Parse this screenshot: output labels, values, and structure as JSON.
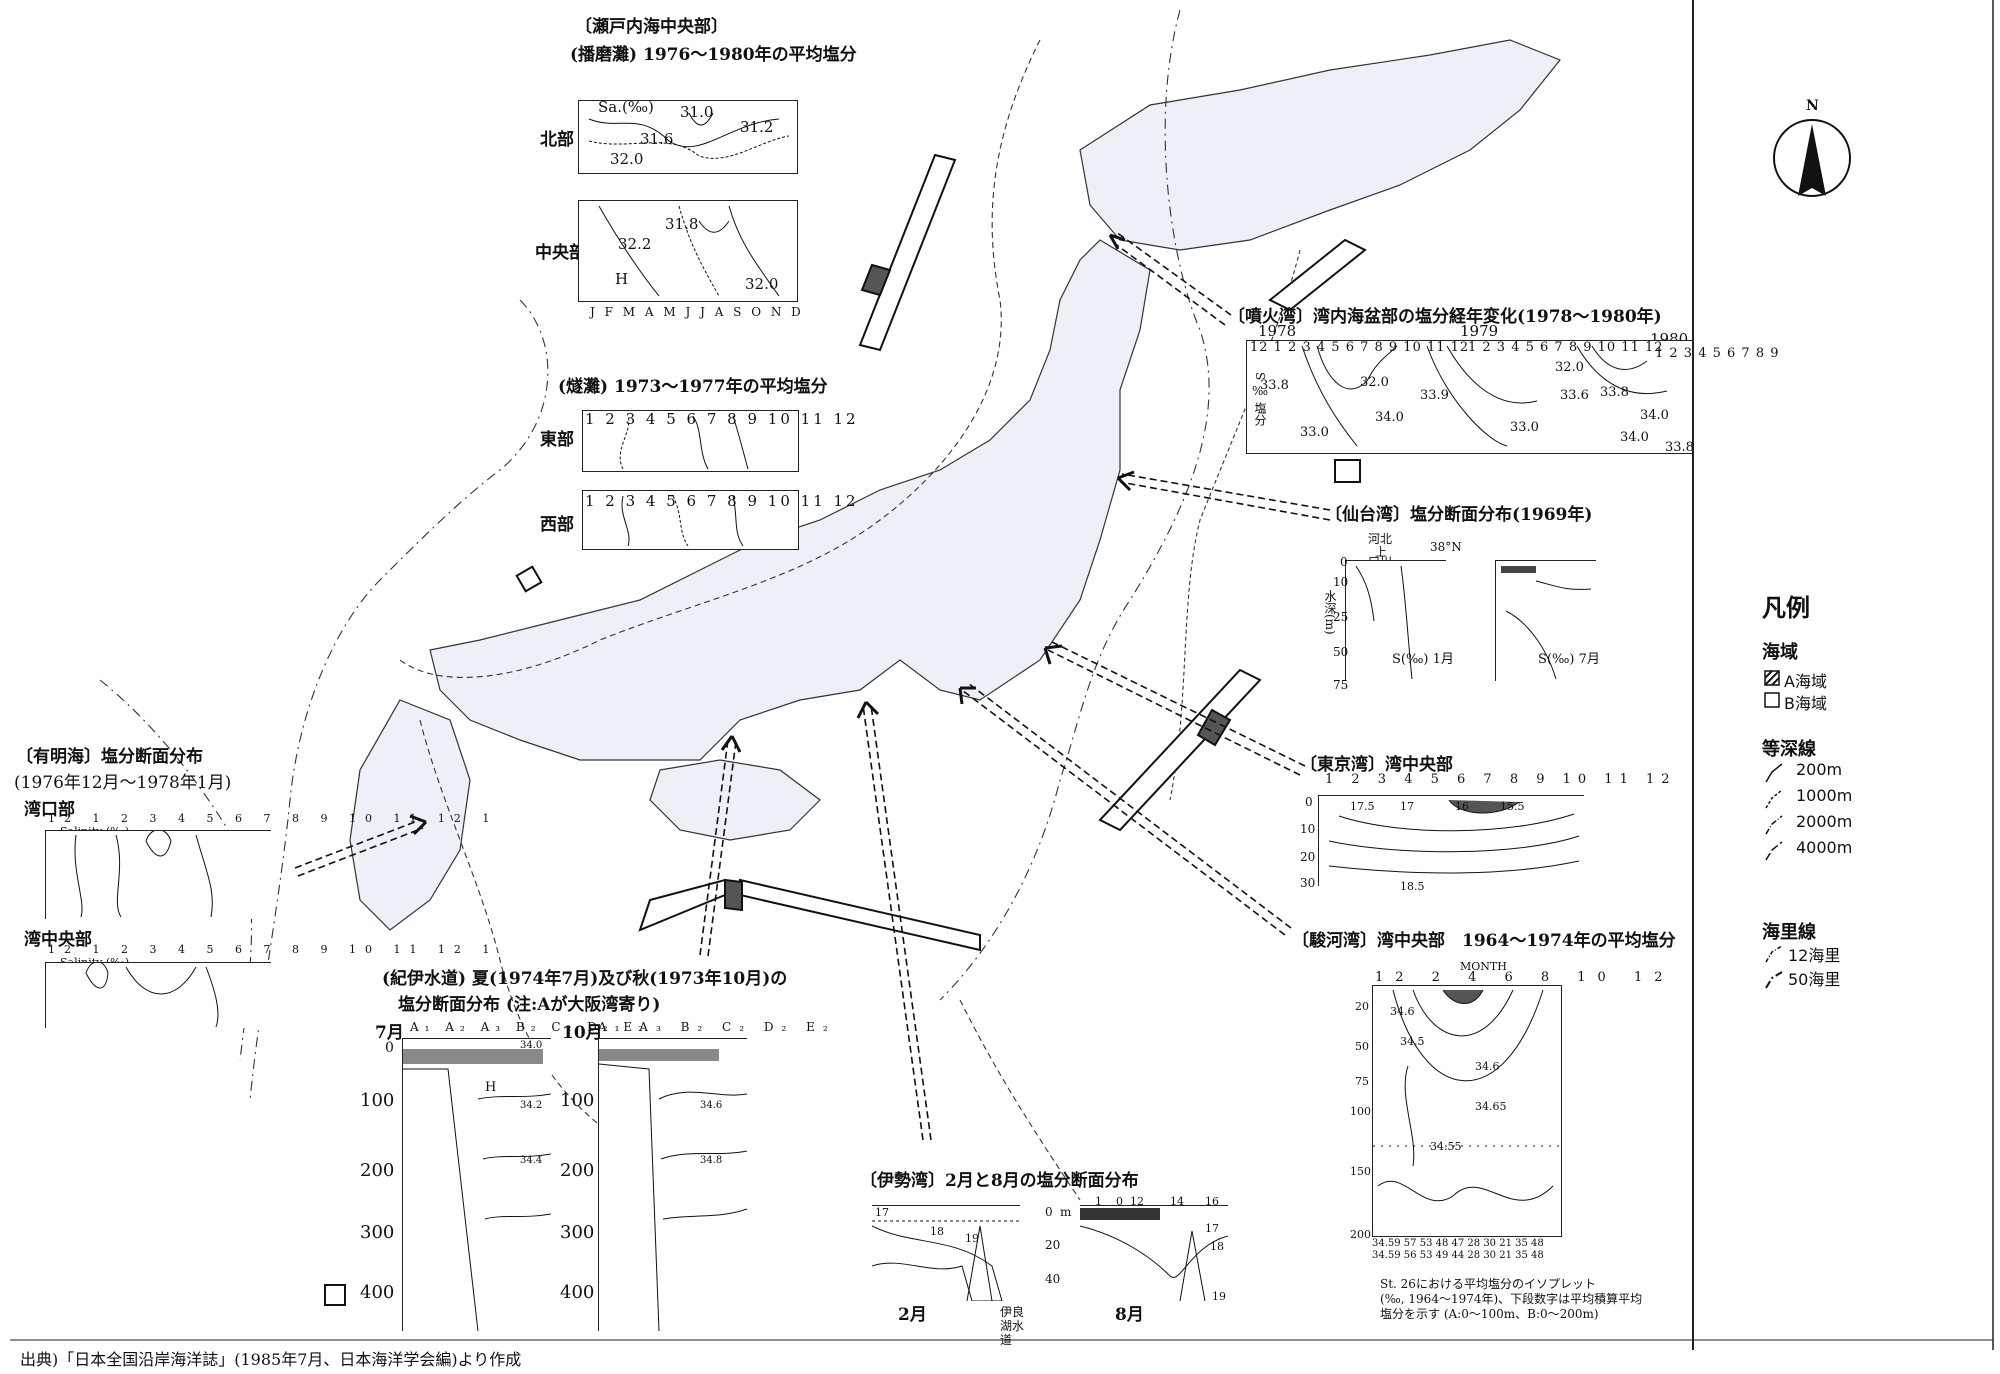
{
  "panels": {
    "seto": {
      "title": "〔瀬戸内海中央部〕",
      "subtitle": "(播磨灘) 1976〜1980年の平均塩分",
      "row1": "北部",
      "row2": "中央部",
      "axis_label": "Sa.(‰)",
      "months": "J F M A M J J A S O N D",
      "values": [
        "31.0",
        "31.2",
        "31.6",
        "32.0",
        "31.8",
        "32.2",
        "32.0",
        "H"
      ]
    },
    "hiuchi": {
      "title": "(燧灘) 1973〜1977年の平均塩分",
      "row1": "東部",
      "row2": "西部",
      "months": "1 2 3 4 5 6 7 8 9 10 11 12"
    },
    "funka": {
      "title": "〔噴火湾〕湾内海盆部の塩分経年変化(1978〜1980年)",
      "years": [
        "1978",
        "1979",
        "1980"
      ],
      "months1": "12 1 2 3 4 5 6 7 8 9 10 11 12",
      "months2": "1 2 3 4 5 6 7 8 9 10 11 12",
      "months3": "1 2 3 4 5 6 7 8 9",
      "axis_label": "S ‰ 塩分",
      "values": [
        "33.8",
        "32.0",
        "34.0",
        "33.0",
        "33.9",
        "33.6",
        "34.0",
        "33.8",
        "32.0",
        "33.0",
        "33.8",
        "34.0"
      ]
    },
    "sendai": {
      "title": "〔仙台湾〕塩分断面分布(1969年)",
      "labels": [
        "河北",
        "上",
        "口川"
      ],
      "lat": "38°N",
      "month_left": "S(‰) 1月",
      "month_right": "S(‰) 7月",
      "depth_label": "水深(m)",
      "depths": [
        "0",
        "10",
        "25",
        "50",
        "75"
      ]
    },
    "ariake": {
      "title": "〔有明海〕塩分断面分布",
      "period": "(1976年12月〜1978年1月)",
      "row1": "湾口部",
      "row2": "湾中央部",
      "axis_label": "Salinity (‰)",
      "months": "12 1 2 3 4 5 6 7 8 9 10 11 12 1"
    },
    "kii": {
      "title": "(紀伊水道) 夏(1974年7月)及び秋(1973年10月)の",
      "title2": "塩分断面分布 (注:Aが大阪湾寄り)",
      "left_label": "7月",
      "right_label": "10月",
      "stations": "A₁ A₂ A₃ B₂ C₂ D₂ E₂",
      "stations2": "A₁ A₃ B₂ C₂ D₂ E₂",
      "depths": [
        "0",
        "100",
        "200",
        "300",
        "400"
      ],
      "values": [
        "34.0",
        "34.2",
        "34.4",
        "34.6",
        "34.8",
        "H"
      ]
    },
    "tokyo": {
      "title": "〔東京湾〕湾中央部",
      "months": "1 2 3 4 5 6 7 8 9 10 11 12",
      "depth_ticks": [
        "0",
        "10",
        "20",
        "30"
      ],
      "values": [
        "17.5",
        "17",
        "16",
        "15.5",
        "18.5"
      ]
    },
    "suruga": {
      "title": "〔駿河湾〕湾中央部　1964〜1974年の平均塩分",
      "month_label": "MONTH",
      "months": "12 2 4 6 8 10 12",
      "depths": [
        "20",
        "50",
        "75",
        "100",
        "150",
        "200"
      ],
      "values": [
        "34.6",
        "34.5",
        "34.65",
        "34.55",
        "34.6"
      ],
      "note1": "St. 26における平均塩分のイソプレット",
      "note2": "(‰, 1964〜1974年)、下段数字は平均積算平均",
      "note3": "塩分を示す (A:0〜100m、B:0〜200m)",
      "bottom_a": "34.59 57 53 48 47 28 30 21 35 48",
      "bottom_b": "34.59 56 53 49 44 28 30 21 35 48"
    },
    "ise": {
      "title": "〔伊勢湾〕2月と8月の塩分断面分布",
      "left_label": "2月",
      "right_label": "8月",
      "depth_unit": "m",
      "depths": [
        "0",
        "20",
        "40"
      ],
      "values_left": [
        "17",
        "18",
        "19"
      ],
      "values_right": [
        "10",
        "12",
        "14",
        "16",
        "17",
        "18",
        "19"
      ],
      "passage": "伊良湖水道"
    }
  },
  "legend": {
    "title": "凡例",
    "sea_area": "海域",
    "a_area": "A海域",
    "b_area": "B海域",
    "isobath": "等深線",
    "depth_200": "200m",
    "depth_1000": "1000m",
    "depth_2000": "2000m",
    "depth_4000": "4000m",
    "nautical": "海里線",
    "nm_12": "12海里",
    "nm_50": "50海里",
    "north": "N"
  },
  "source": "出典)「日本全国沿岸海洋誌」(1985年7月、日本海洋学会編)より作成",
  "colors": {
    "ink": "#111111",
    "land": "#eef0f7",
    "paper": "#ffffff"
  }
}
